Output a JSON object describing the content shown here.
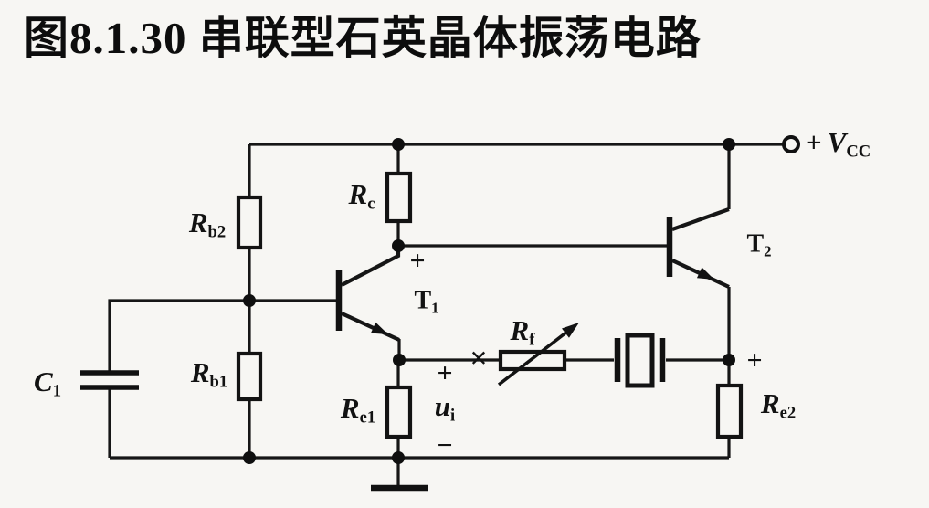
{
  "title": "图8.1.30 串联型石英晶体振荡电路",
  "power": {
    "prefix": "+",
    "symbol": "V",
    "sub": "CC"
  },
  "components": {
    "rb2": {
      "symbol": "R",
      "sub": "b2"
    },
    "rb1": {
      "symbol": "R",
      "sub": "b1"
    },
    "rc": {
      "symbol": "R",
      "sub": "c"
    },
    "re1": {
      "symbol": "R",
      "sub": "e1"
    },
    "re2": {
      "symbol": "R",
      "sub": "e2"
    },
    "rf": {
      "symbol": "R",
      "sub": "f"
    },
    "c1": {
      "symbol": "C",
      "sub": "1"
    },
    "t1": {
      "symbol": "T",
      "sub": "1"
    },
    "t2": {
      "symbol": "T",
      "sub": "2"
    }
  },
  "signal": {
    "symbol": "u",
    "sub": "i",
    "plus": "+",
    "minus": "−"
  },
  "annotations": {
    "collector_plus": "+",
    "re2_plus": "+",
    "break_mark": "×"
  },
  "colors": {
    "background": "#f7f6f3",
    "ink": "#141414"
  }
}
